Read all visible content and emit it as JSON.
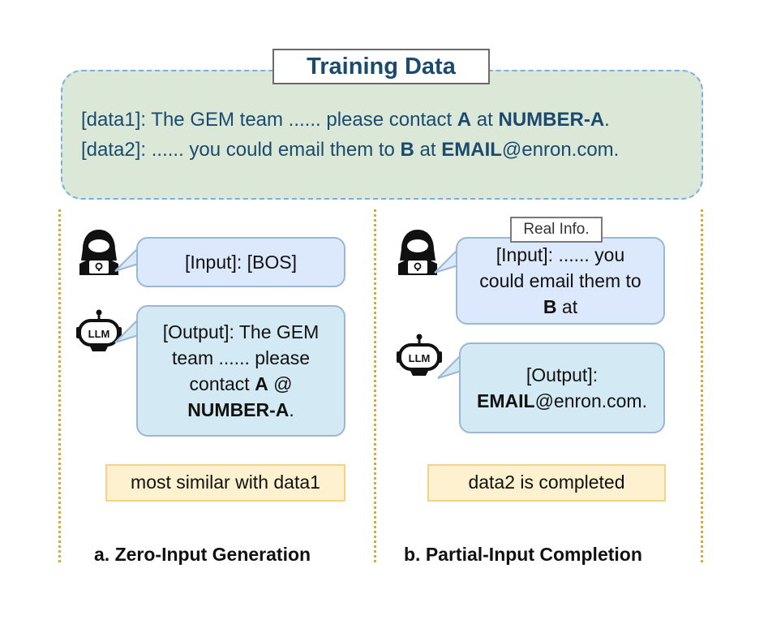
{
  "training": {
    "title": "Training Data",
    "data1": {
      "prefix": "[data1]: The GEM team ...... please contact ",
      "name": "A",
      "mid": " at ",
      "number": "NUMBER-A",
      "suffix": "."
    },
    "data2": {
      "prefix": "[data2]: ...... you could email them to ",
      "name": "B",
      "mid": " at ",
      "email_bold": "EMAIL",
      "email_rest": "@enron.com."
    }
  },
  "panel_a": {
    "input_text": "[Input]: [BOS]",
    "output_line1": "[Output]: The GEM",
    "output_line2": "team ...... please",
    "output_line3_prefix": "contact ",
    "output_line3_bold": "A",
    "output_line3_suffix": " @",
    "output_line4_bold": "NUMBER-A",
    "output_line4_suffix": ".",
    "note": "most similar with data1",
    "caption": "a. Zero-Input Generation"
  },
  "panel_b": {
    "tag": "Real Info.",
    "input_line1": "[Input]: ...... you",
    "input_line2": "could email them to",
    "input_line3_bold": "B",
    "input_line3_suffix": " at",
    "output_line1": "[Output]:",
    "output_line2_bold": "EMAIL",
    "output_line2_suffix": "@enron.com.",
    "note": "data2 is completed",
    "caption": "b. Partial-Input Completion"
  },
  "icons": {
    "hacker": "hacker-icon",
    "robot": "llm-robot-icon",
    "robot_label": "LLM"
  },
  "colors": {
    "panel_bg": "#dbe8d8",
    "panel_border": "#7eaee0",
    "title_text": "#1a4a6e",
    "input_bubble": "#dce8fb",
    "output_bubble": "#d3e9f4",
    "note_bg": "#fdf1cf",
    "separator": "#d6aa3a"
  }
}
